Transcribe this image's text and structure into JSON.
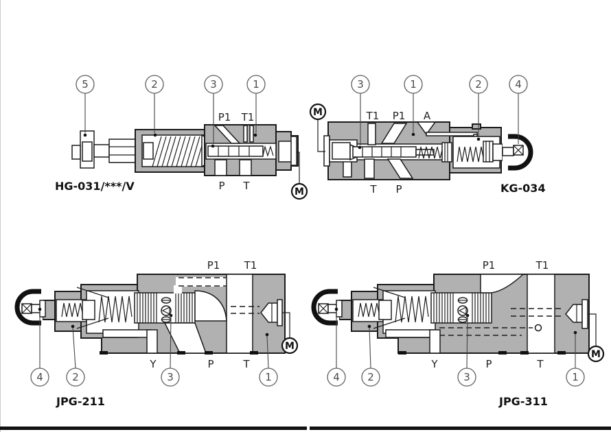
{
  "page": {
    "background": "#ffffff",
    "left_rule_color": "#c8c8c8",
    "bottom_rule_color": "#000000"
  },
  "colors": {
    "body_gray": "#b1b1b1",
    "outline": "#1a1a1a",
    "cap_black": "#111111",
    "callout_stroke": "#606060",
    "white": "#ffffff"
  },
  "diagrams": [
    {
      "id": "hg-031",
      "model": "HG-031/***/V",
      "gauge_label": "M",
      "callouts": [
        "5",
        "2",
        "3",
        "1"
      ],
      "ports_top": [
        "P1",
        "T1"
      ],
      "ports_bottom": [
        "P",
        "T"
      ]
    },
    {
      "id": "kg-034",
      "model": "KG-034",
      "gauge_label": "M",
      "callouts": [
        "3",
        "1",
        "2",
        "4"
      ],
      "ports_top": [
        "T1",
        "P1",
        "A"
      ],
      "ports_bottom": [
        "T",
        "P"
      ]
    },
    {
      "id": "jpg-211",
      "model": "JPG-211",
      "gauge_label": "M",
      "callouts": [
        "4",
        "2",
        "3",
        "1"
      ],
      "ports_top": [
        "P1",
        "T1"
      ],
      "ports_bottom": [
        "Y",
        "P",
        "T"
      ]
    },
    {
      "id": "jpg-311",
      "model": "JPG-311",
      "gauge_label": "M",
      "callouts": [
        "4",
        "2",
        "3",
        "1"
      ],
      "ports_top": [
        "P1",
        "T1"
      ],
      "ports_bottom": [
        "Y",
        "P",
        "T"
      ]
    }
  ]
}
